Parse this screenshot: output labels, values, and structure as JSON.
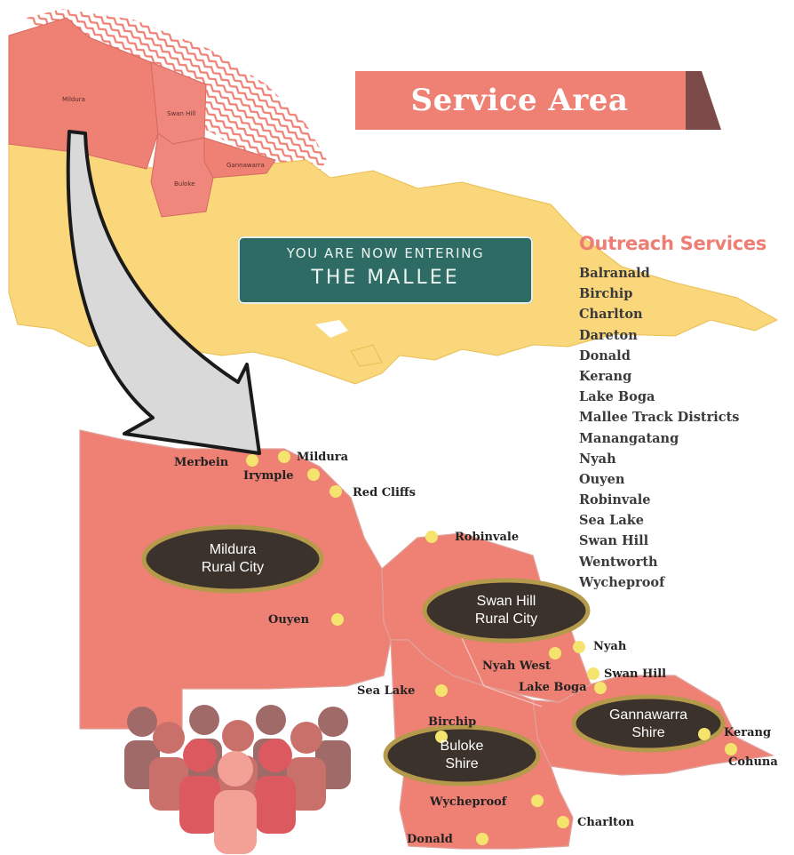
{
  "header": {
    "title": "Service Area",
    "colors": {
      "banner": "#ef8074",
      "banner_tab": "#7d4a4a"
    }
  },
  "sign": {
    "line1": "YOU ARE NOW ENTERING",
    "line2": "THE MALLEE",
    "color": "#2e6b64"
  },
  "outreach": {
    "title": "Outreach Services",
    "items": [
      "Balranald",
      "Birchip",
      "Charlton",
      "Dareton",
      "Donald",
      "Kerang",
      "Lake Boga",
      "Mallee Track Districts",
      "Manangatang",
      "Nyah",
      "Ouyen",
      "Robinvale",
      "Sea Lake",
      "Swan Hill",
      "Wentworth",
      "Wycheproof"
    ]
  },
  "inset_map": {
    "labels": [
      "Mildura",
      "Swan Hill",
      "Gannawarra",
      "Buloke"
    ],
    "colors": {
      "state": "#f9d77a",
      "region": "#ef8074",
      "zigzag": "#ef8074"
    }
  },
  "areas": [
    {
      "name": "Mildura\nRural City",
      "id": "mildura"
    },
    {
      "name": "Swan Hill\nRural City",
      "id": "swan-hill"
    },
    {
      "name": "Gannawarra\nShire",
      "id": "gannawarra"
    },
    {
      "name": "Buloke\nShire",
      "id": "buloke"
    }
  ],
  "towns": [
    "Merbein",
    "Mildura",
    "Irymple",
    "Red Cliffs",
    "Robinvale",
    "Ouyen",
    "Nyah",
    "Nyah West",
    "Swan Hill",
    "Lake Boga",
    "Sea Lake",
    "Birchip",
    "Kerang",
    "Cohuna",
    "Wycheproof",
    "Charlton",
    "Donald"
  ],
  "colors": {
    "map": "#ef8074",
    "oval": "#3a322b",
    "oval_ring": "#b59a4c",
    "dot": "#f4e46e",
    "arrow": "#d9d9d9"
  }
}
